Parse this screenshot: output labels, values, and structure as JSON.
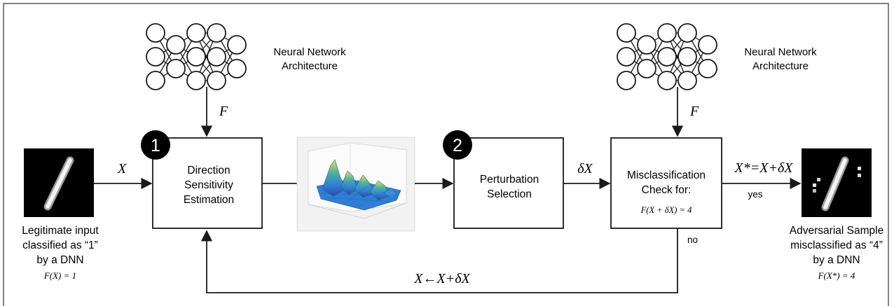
{
  "architecture_left": {
    "label_line1": "Neural Network",
    "label_line2": "Architecture",
    "arrow_label": "F"
  },
  "architecture_right": {
    "label_line1": "Neural Network",
    "label_line2": "Architecture",
    "arrow_label": "F"
  },
  "input": {
    "arrow_label": "X",
    "caption_line1": "Legitimate input",
    "caption_line2": "classified as “1”",
    "caption_line3": "by a DNN",
    "formula": "F(X) = 1"
  },
  "step1": {
    "number": "1",
    "label_line1": "Direction",
    "label_line2": "Sensitivity",
    "label_line3": "Estimation"
  },
  "step2": {
    "number": "2",
    "label_line1": "Perturbation",
    "label_line2": "Selection",
    "arrow_label": "δX"
  },
  "check": {
    "label_line1": "Misclassification",
    "label_line2": "Check for:",
    "formula": "F(X + δX) = 4",
    "yes_label": "yes",
    "no_label": "no",
    "output_label": "X*=X+δX"
  },
  "loop": {
    "label": "X←X+δX"
  },
  "output": {
    "caption_line1": "Adversarial Sample",
    "caption_line2": "misclassified as “4”",
    "caption_line3": "by a DNN",
    "formula": "F(X*) = 4"
  },
  "colors": {
    "line": "#1a1a1a",
    "digit_bg": "#000000",
    "surface_low": "#2a6fc7",
    "surface_high": "#e8d84a"
  }
}
